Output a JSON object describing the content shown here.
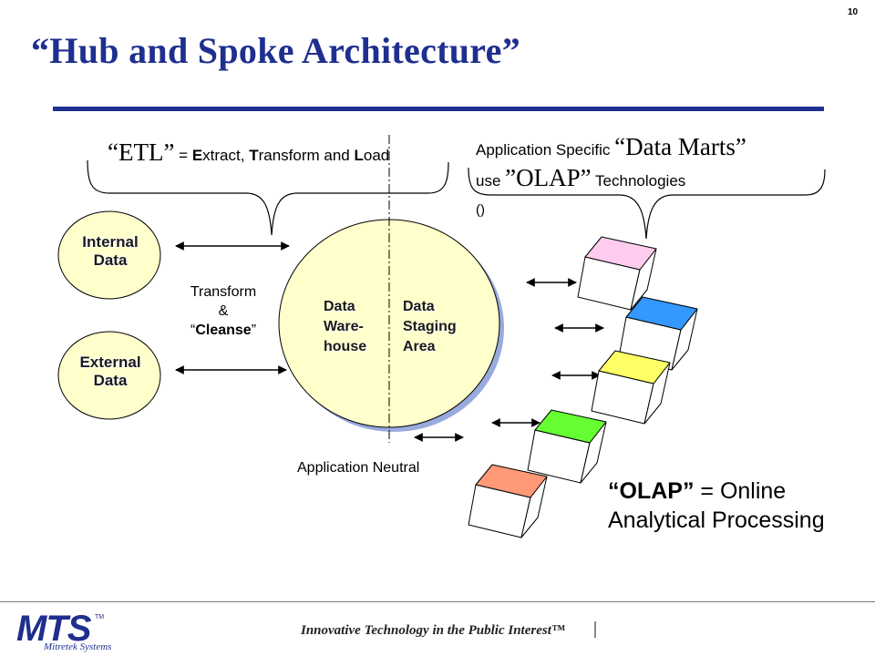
{
  "slide": {
    "number": "10",
    "title": "“Hub and Spoke Architecture”"
  },
  "etl": {
    "acronym": "“ETL”",
    "definition_parts": [
      " = ",
      "E",
      "xtract, ",
      "T",
      "ransform and ",
      "L",
      "oad"
    ]
  },
  "marts": {
    "line1_small": "Application Specific ",
    "line1_big": "“Data Marts”",
    "line2_small_pre": "use ",
    "line2_big": "”OLAP”",
    "line2_small_post": " Technologies",
    "line3": "()"
  },
  "sources": {
    "internal": [
      "Internal",
      "Data"
    ],
    "external": [
      "External",
      "Data"
    ]
  },
  "transform": {
    "line1": "Transform",
    "line2": "&",
    "line3_pre": "“",
    "line3_bold": "Cleanse",
    "line3_post": "”"
  },
  "hub": {
    "left": [
      "Data",
      "Ware-",
      "house"
    ],
    "right": [
      "Data",
      "Staging",
      "Area"
    ]
  },
  "neutral_label": "Application Neutral",
  "olap_definition": {
    "acronym": "“OLAP”",
    "rest": " = Online",
    "line2": "Analytical Processing"
  },
  "data_marts": [
    {
      "color": "#ffccee"
    },
    {
      "color": "#3399ff"
    },
    {
      "color": "#ffff66"
    },
    {
      "color": "#66ff33"
    },
    {
      "color": "#ff9977"
    }
  ],
  "colors": {
    "title": "#1f2f8f",
    "source_fill": "#ffffcc",
    "hub_fill": "#ffffcc",
    "hub_shadow": "#99aadd"
  },
  "footer": {
    "logo": "MTS",
    "logo_tm": "TM",
    "logo_sub": "Mitretek Systems",
    "tagline": "Innovative Technology in the Public Interest™"
  }
}
